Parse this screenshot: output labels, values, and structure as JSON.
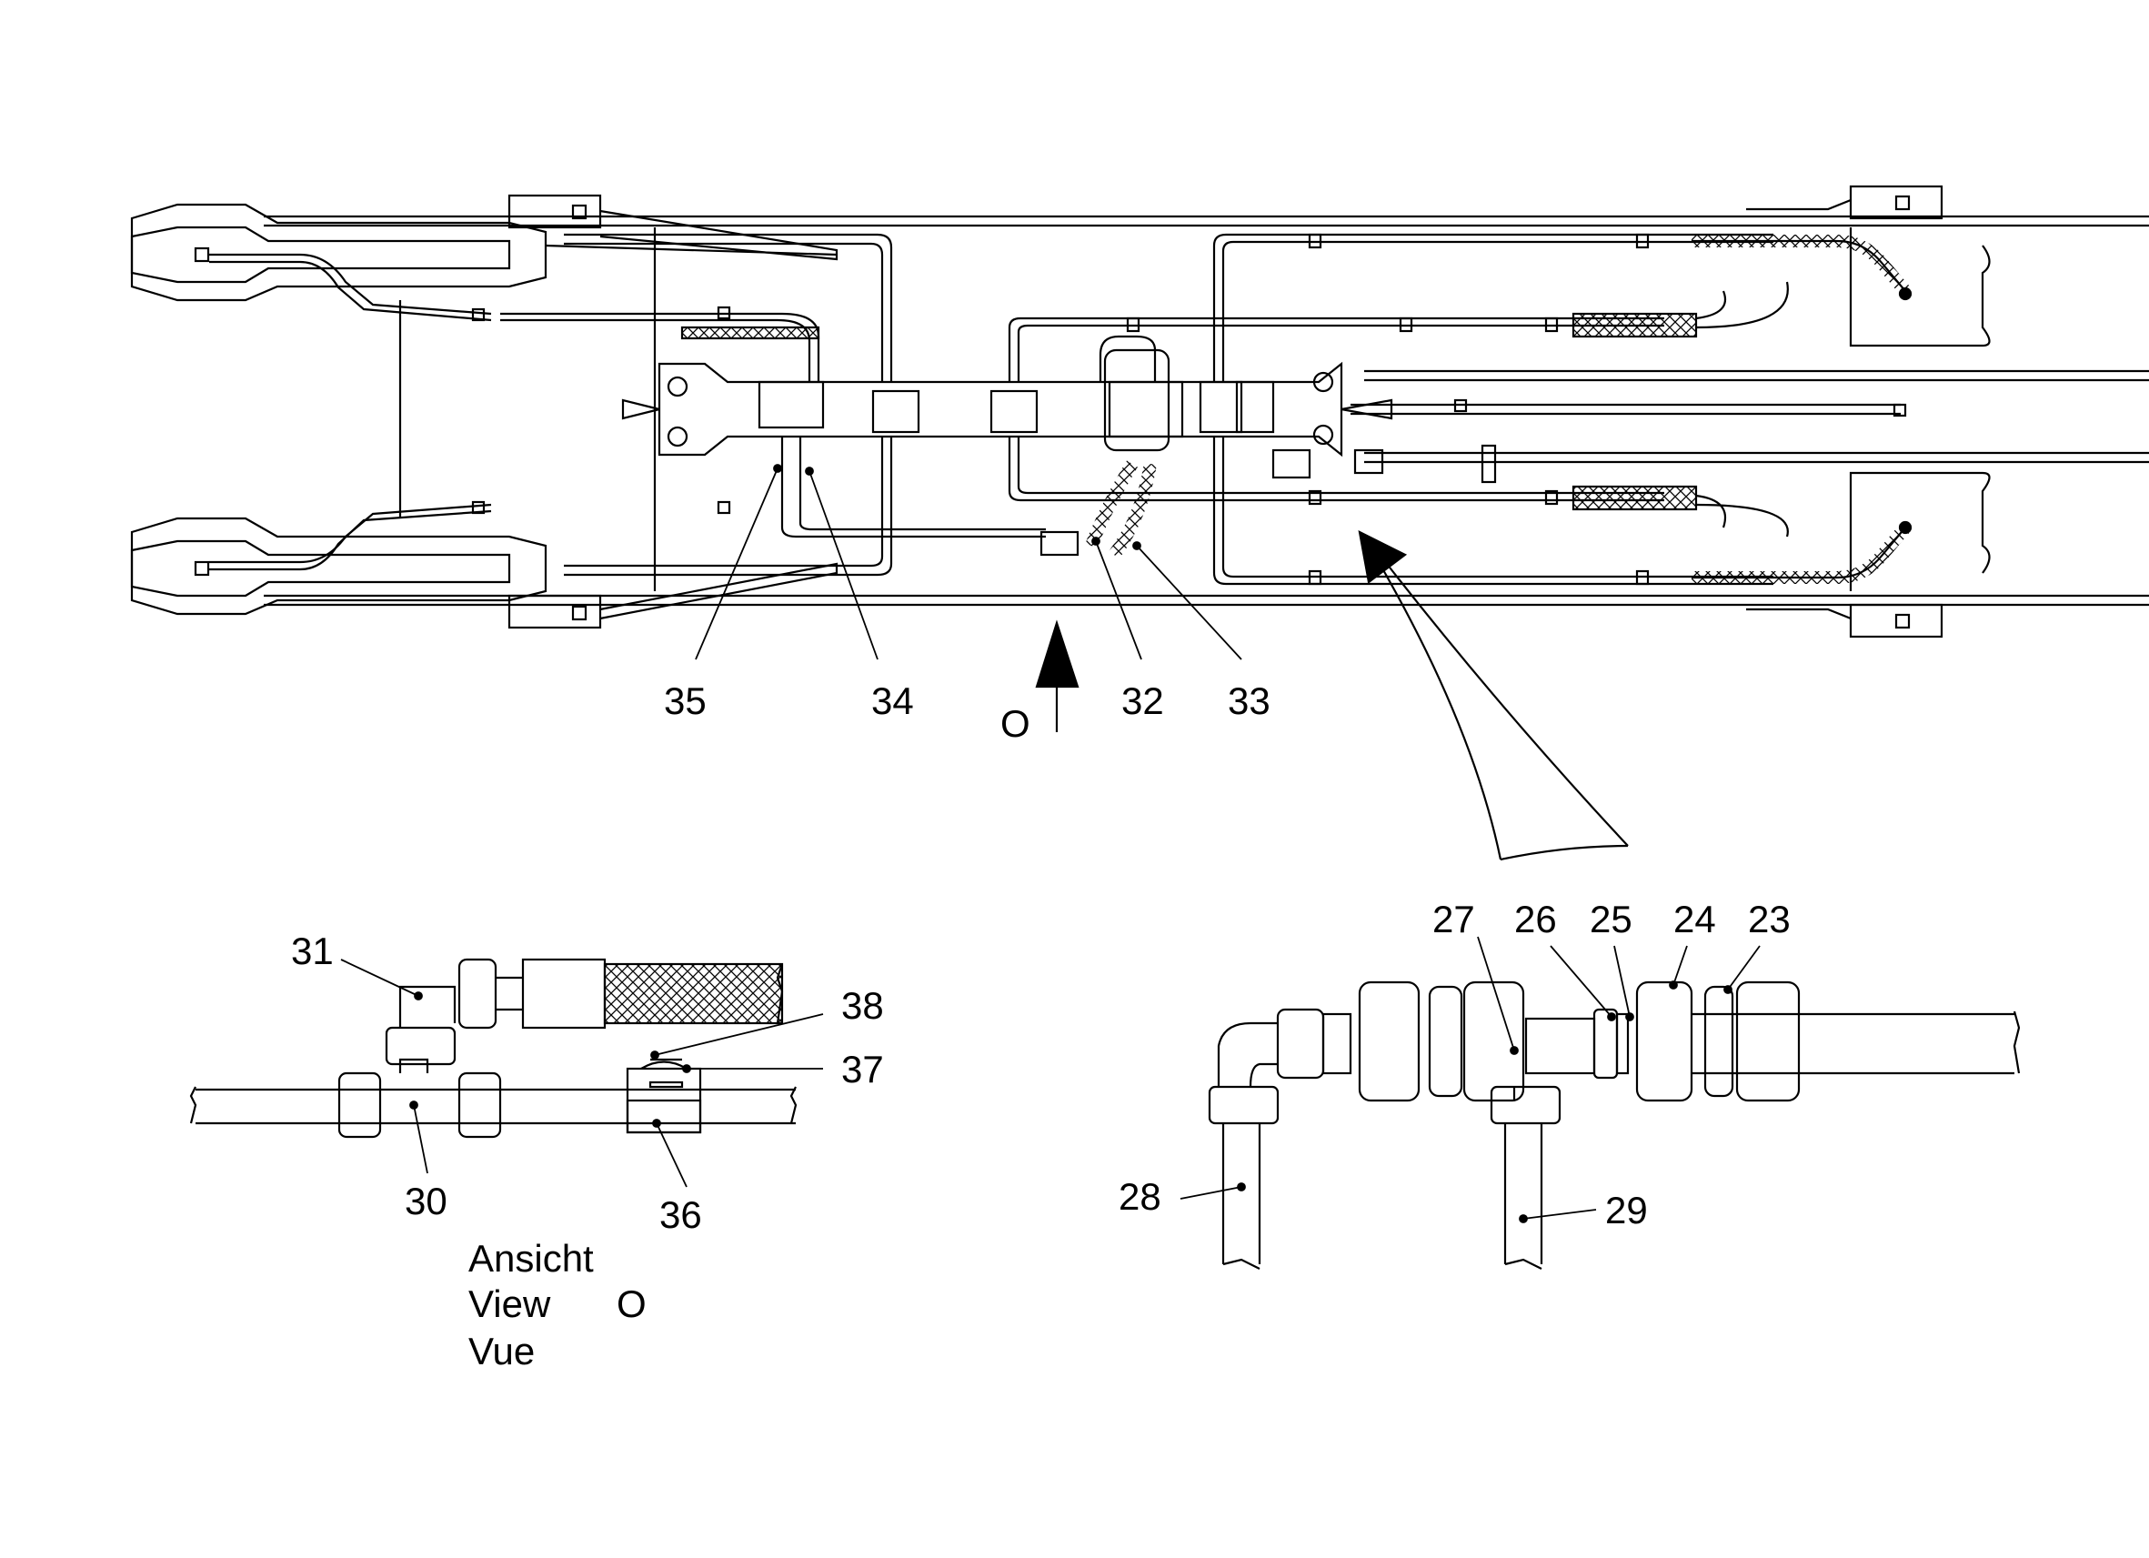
{
  "callouts": {
    "c23": "23",
    "c24": "24",
    "c25": "25",
    "c26": "26",
    "c27": "27",
    "c28": "28",
    "c29": "29",
    "c30": "30",
    "c31": "31",
    "c32": "32",
    "c33": "33",
    "c34": "34",
    "c35": "35",
    "c36": "36",
    "c37": "37",
    "c38": "38"
  },
  "view_marker": "O",
  "view_caption": {
    "line1": "Ansicht",
    "line2": "View",
    "line3": "Vue",
    "letter": "O"
  }
}
